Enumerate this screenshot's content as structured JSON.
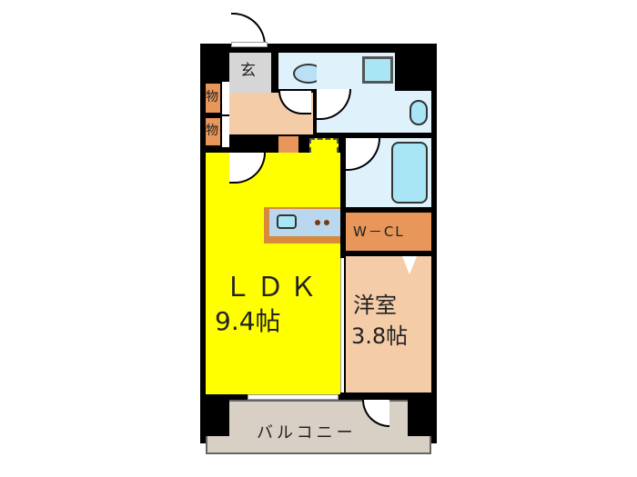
{
  "floorplan": {
    "rooms": {
      "ldk": {
        "name": "ＬＤＫ",
        "size": "9.4帖",
        "color": "#ffff00"
      },
      "western_room": {
        "name": "洋室",
        "size": "3.8帖",
        "color": "#f4cda8"
      },
      "entrance": {
        "name": "玄",
        "color": "#d6d6d6"
      },
      "storage_1": {
        "name": "物",
        "color": "#e8965a"
      },
      "storage_2": {
        "name": "物",
        "color": "#e8965a"
      },
      "walk_in_closet": {
        "name": "W－CL",
        "color": "#e8965a"
      },
      "balcony": {
        "name": "バルコニー",
        "color": "#d8d0c4"
      },
      "hallway": {
        "color": "#f4cda8"
      },
      "toilet": {
        "color": "#dff2fc"
      },
      "washroom": {
        "color": "#dff2fc"
      },
      "bathroom": {
        "color": "#dff2fc"
      }
    },
    "colors": {
      "wall": "#000000",
      "fixture": "#a8e6f5",
      "kitchen_counter": "#b9d7ee",
      "kitchen_trim": "#d88a3c"
    }
  }
}
